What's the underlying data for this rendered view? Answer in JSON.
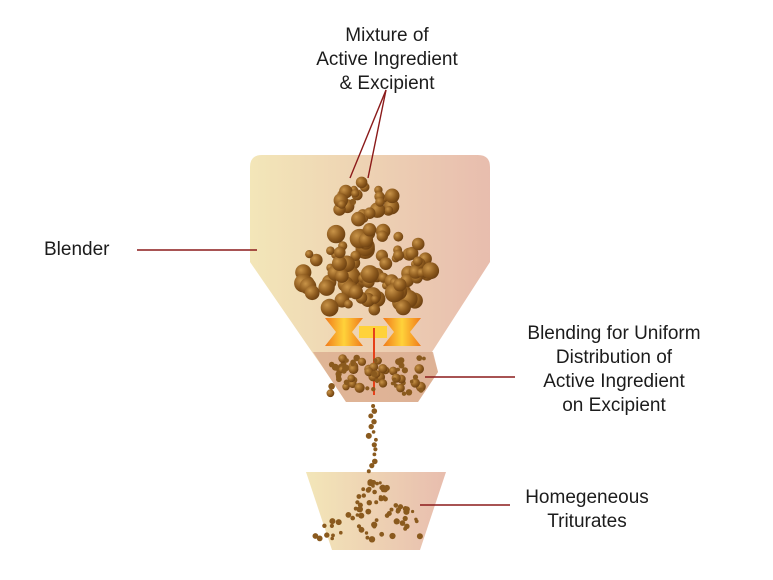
{
  "labels": {
    "mixture": [
      "Mixture of",
      "Active Ingredient",
      "& Excipient"
    ],
    "blender": "Blender",
    "blending": [
      "Blending for Uniform",
      "Distribution of",
      "Active Ingredient",
      "on Excipient"
    ],
    "triturates": [
      "Homegeneous",
      "Triturates"
    ]
  },
  "colors": {
    "vessel_left": "#f3e6b8",
    "vessel_right": "#e7bfae",
    "particle": "#8a5a1e",
    "particle_highlight": "#c28a3c",
    "leader_line": "#8b1a1a",
    "blade": "#f08a1e",
    "blade_core": "#ffd23a"
  }
}
